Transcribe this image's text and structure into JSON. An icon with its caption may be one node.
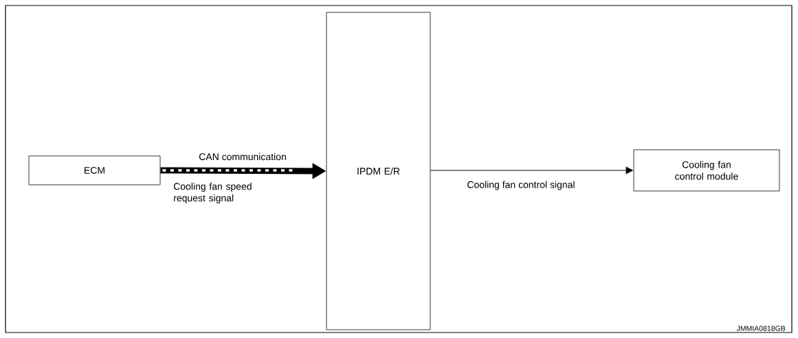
{
  "diagram": {
    "nodes": [
      {
        "text": [
          "ECM"
        ]
      },
      {
        "text": [
          "IPDM E/R"
        ]
      },
      {
        "text": [
          "Cooling fan control module"
        ]
      }
    ],
    "edges": [
      {
        "from": 0,
        "to": 1,
        "arrow": "to",
        "label": "CAN communication",
        "style": "thick"
      },
      {
        "from": 1,
        "to": 2,
        "arrow": "to",
        "label": "Cooling fan control signal"
      }
    ],
    "labels": [
      "Cooling fan speed request signal",
      "JMMIA0818GB"
    ]
  }
}
